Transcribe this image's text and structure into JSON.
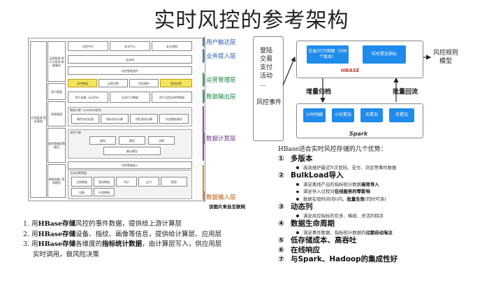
{
  "title": "实时风控的参考架构",
  "arch": {
    "left_col1": "应用管理 指标管理",
    "left_col2": [
      "运营管理 审计与权限 数据集成",
      "用户管理",
      "权限管理",
      "规则策略配置 模型",
      "数据调度/ 离线模型"
    ],
    "top_boxes": [
      "风控中台",
      "安全中心",
      "安全视图"
    ],
    "access": "业务网",
    "mgmt": "风控管理组件",
    "ops_boxes": [
      "风控数据",
      "运营决策",
      "风险事件",
      "监控告警"
    ],
    "output_boxes": [
      "用户画像（profile）",
      "历史行为数据",
      "用户风险名单等数据"
    ],
    "compute_group": "数据计算（Lambda架构）",
    "compute_boxes": [
      "事件流式处理",
      "指标流式计算",
      "特征离线计算",
      "外部数据调用"
    ],
    "ml_group": "规则引擎",
    "ml_boxes": [
      "规则",
      "模型",
      "决策"
    ],
    "ml_sub": "算法模型",
    "input_bar": "风控数据接入",
    "input_group": "业务场景数据",
    "input_boxes": [
      "注册数据",
      "登录数据",
      "评价",
      "支付",
      "提现"
    ],
    "input_boxes2": [
      "设备",
      "外部数据"
    ],
    "layers": [
      "用户触达层",
      "业务接入层",
      "运营管理层",
      "数据输出层",
      "数据计算层",
      "数据输入层"
    ],
    "caption": "该图片来自互联网"
  },
  "left_list": {
    "l1_pre": "1. 用",
    "l1_bold": "HBase存储",
    "l1_post": "风控的事件数据，提供给上游计算层",
    "l2_pre": "2. 用",
    "l2_bold": "HBase存储",
    "l2_post": "设备、指纹、画像等信息，提供给计算层、应用层",
    "l3_pre": "3. 用",
    "l3_bold": "HBase存储",
    "l3_mid": "各维度的",
    "l3_bold2": "指标统计数据",
    "l3_post": "，由计算层写入，供应用层",
    "l3_line2": "实时调用，做风险决策"
  },
  "right_diagram": {
    "sources": [
      "登陆",
      "交易",
      "支付",
      "活动",
      "..."
    ],
    "event_label": "风控事件",
    "hbase_box1": "交易/行为明细（300个版本）",
    "hbase_box2": "实时累加指标",
    "hbase_logo": "HBASE",
    "model_label": "风控规则模型",
    "incr_label": "增量归档",
    "bulk_label": "批量回流",
    "spark_boxes": [
      "小时明细",
      "小时累加",
      "天累加",
      "月累加"
    ],
    "spark_logo": "Spark"
  },
  "right_list": {
    "heading": "HBase适合实时风控存储的几个优势：",
    "items": [
      {
        "num": "①",
        "label": "多版本"
      },
      {
        "num": "②",
        "label": "BulkLoad导入"
      },
      {
        "num": "③",
        "label": "动态列"
      },
      {
        "num": "④",
        "label": "数据生命周期"
      },
      {
        "num": "⑤",
        "label": "低存储成本、高吞吐"
      },
      {
        "num": "⑥",
        "label": "在线响应"
      },
      {
        "num": "⑦",
        "label": "与Spark、Hadoop的集成性好"
      }
    ],
    "sub1": "高效维护最近N次登陆、支付、浏览等事件数据",
    "sub2a_pre": "满足离线产出的指标统计数据",
    "sub2a_bold": "高效导入",
    "sub2b_pre": "满足导入过程对",
    "sub2b_bold": "在线服务的零影响",
    "sub2c_pre": "数据在短时间(秒)内，",
    "sub2c_bold": "批量生效",
    "sub2c_post": "(同时可读)",
    "sub3": "满足风控指标的巨多、稀疏、灵活的特点",
    "sub4_pre": "满足事件数据、指标统计数据的",
    "sub4_bold": "过期自动淘汰"
  },
  "colors": {
    "accent_blue": "#1f8bea",
    "layer_user": "#2e86c1",
    "layer_ops": "#27ae60",
    "layer_compute": "#8e44ad",
    "layer_input": "#e67e22"
  }
}
